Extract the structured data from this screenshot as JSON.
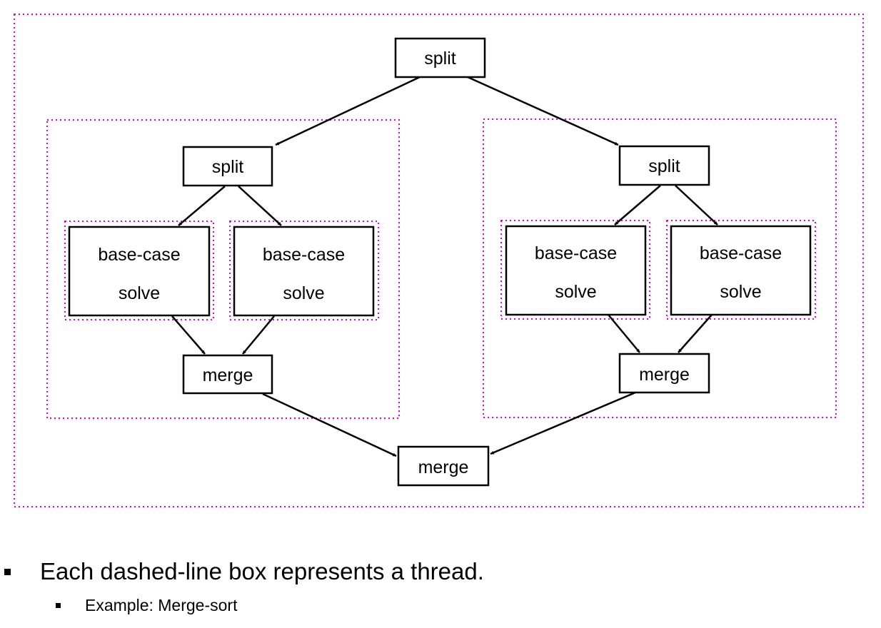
{
  "diagram": {
    "nodes": {
      "top_split": "split",
      "left_split": "split",
      "right_split": "split",
      "left_base_1": [
        "base-case",
        "solve"
      ],
      "left_base_2": [
        "base-case",
        "solve"
      ],
      "right_base_1": [
        "base-case",
        "solve"
      ],
      "right_base_2": [
        "base-case",
        "solve"
      ],
      "left_merge": "merge",
      "right_merge": "merge",
      "final_merge": "merge"
    },
    "colors": {
      "thread_border": "#e000e0",
      "node_border": "#000000",
      "arrow": "#000000"
    }
  },
  "bullets": [
    {
      "text": "Each dashed-line box represents a thread."
    },
    {
      "text": "Example: Merge-sort"
    }
  ]
}
